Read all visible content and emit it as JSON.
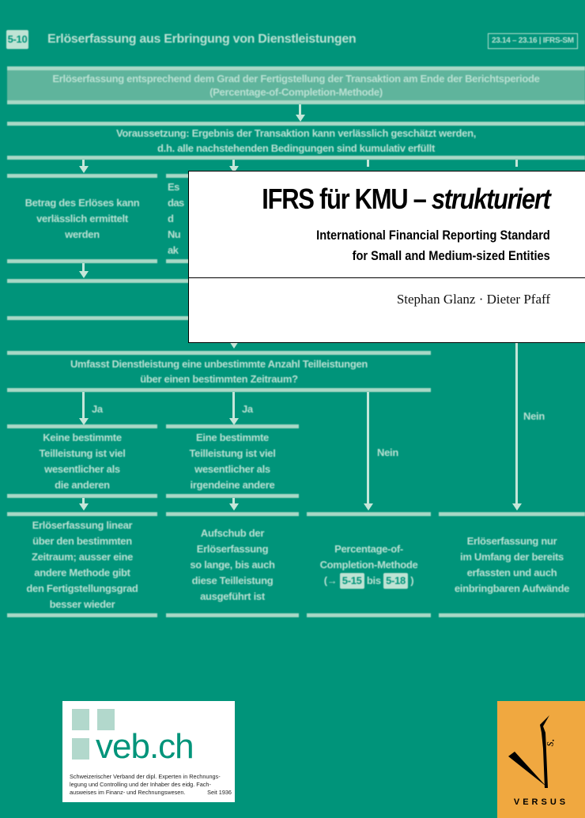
{
  "background": {
    "header": {
      "badge": "5-10",
      "title": "Erlöserfassung aus Erbringung von Dienstleistungen",
      "ref_range": "23.14 – 23.16",
      "ref_standard": "IFRS-SM"
    },
    "box_main": [
      "Erlöserfassung entsprechend dem Grad der Fertigstellung der Transaktion am Ende der Berichtsperiode",
      "(Percentage-of-Completion-Methode)"
    ],
    "box_condition": [
      "Voraussetzung: Ergebnis der Transaktion kann verlässlich geschätzt werden,",
      "d.h. alle nachstehenden Bedingungen sind kumulativ erfüllt"
    ],
    "box_amount": [
      "Betrag des Erlöses kann",
      "verlässlich ermittelt",
      "werden"
    ],
    "box_partial": [
      "Es",
      "das",
      "d",
      "Nu",
      "ak"
    ],
    "box_question": [
      "Umfasst Dienstleistung eine unbestimmte Anzahl Teilleistungen",
      "über einen bestimmten Zeitraum?"
    ],
    "label_yes": "Ja",
    "label_no": "Nein",
    "box_no_significant": [
      "Keine bestimmte",
      "Teilleistung ist viel",
      "wesentlicher als",
      "die anderen"
    ],
    "box_one_significant": [
      "Eine bestimmte",
      "Teilleistung ist viel",
      "wesentlicher als",
      "irgendeine andere"
    ],
    "box_linear": [
      "Erlöserfassung linear",
      "über den bestimmten",
      "Zeitraum; ausser eine",
      "andere Methode gibt",
      "den Fertigstellungsgrad",
      "besser wieder"
    ],
    "box_defer": [
      "Aufschub der",
      "Erlöserfassung",
      "so lange, bis auch",
      "diese Teilleistung",
      "ausgeführt ist"
    ],
    "box_poc": {
      "line1": "Percentage-of-",
      "line2": "Completion-Methode",
      "open": "(→",
      "ref1": "5-15",
      "mid": "bis",
      "ref2": "5-18",
      "close": ")"
    },
    "box_expenses": [
      "Erlöserfassung nur",
      "im Umfang der bereits",
      "erfassten und auch",
      "einbringbaren Aufwände"
    ]
  },
  "cover": {
    "title_main": "IFRS für KMU – ",
    "title_italic": "strukturiert",
    "subtitle": [
      "International Financial Reporting Standard",
      "for Small and Medium-sized Entities"
    ],
    "authors": "Stephan Glanz · Dieter Pfaff"
  },
  "logos": {
    "veb": {
      "name": "veb.ch",
      "tagline": [
        "Schweizerischer Verband der dipl. Experten in Rechnungs-",
        "legung und Controlling und der Inhaber des eidg. Fach-",
        "ausweises im Finanz- und Rechnungswesen."
      ],
      "since": "Seit 1936"
    },
    "versus": {
      "name": "VERSUS",
      "mark": "Vs."
    }
  },
  "colors": {
    "background": "#00947a",
    "versus": "#f0a840",
    "veb_green": "#00947a",
    "veb_square": "#b2d8cc"
  }
}
